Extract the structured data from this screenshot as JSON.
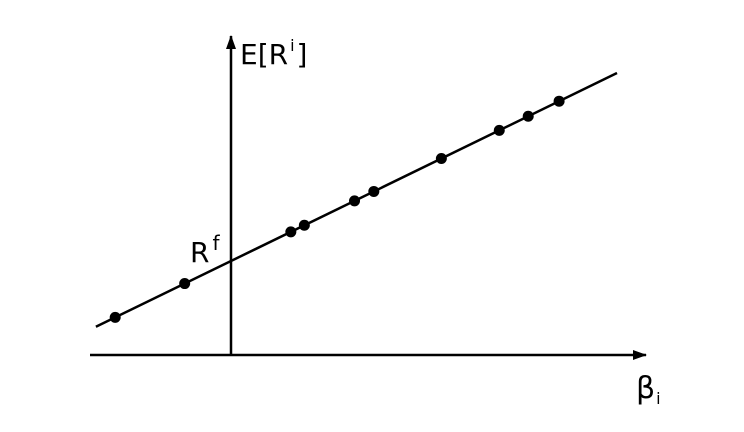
{
  "chart_data": {
    "type": "scatter",
    "title": "",
    "xlabel": {
      "main": "β",
      "sub": "i"
    },
    "ylabel": {
      "main": "E[R",
      "sup": "i",
      "close": "]"
    },
    "intercept_label": {
      "main": "R",
      "sup": "f"
    },
    "axes": {
      "ticks": false,
      "grid": false
    },
    "fit_line": {
      "slope": 0.5,
      "intercept": 1.0,
      "x_range": [
        -1.4,
        4.0
      ]
    },
    "points": [
      {
        "x": -1.2,
        "y": 0.4
      },
      {
        "x": -0.48,
        "y": 0.76
      },
      {
        "x": 0.62,
        "y": 1.31
      },
      {
        "x": 0.76,
        "y": 1.38
      },
      {
        "x": 1.28,
        "y": 1.64
      },
      {
        "x": 1.48,
        "y": 1.74
      },
      {
        "x": 2.18,
        "y": 2.09
      },
      {
        "x": 2.78,
        "y": 2.39
      },
      {
        "x": 3.08,
        "y": 2.54
      },
      {
        "x": 3.4,
        "y": 2.7
      }
    ]
  }
}
